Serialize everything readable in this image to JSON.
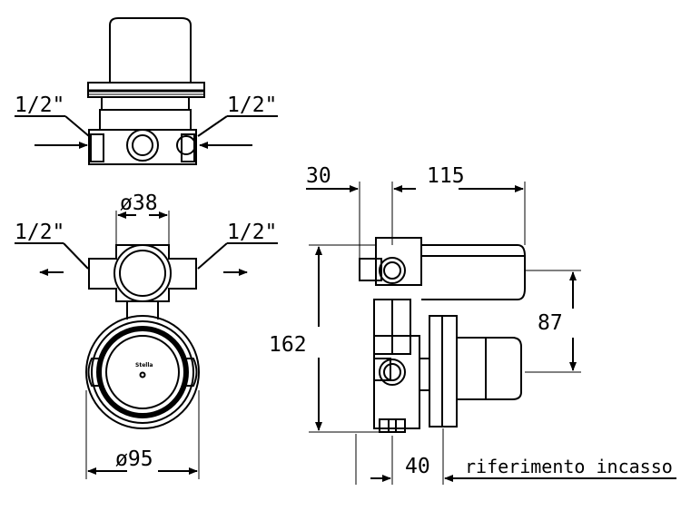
{
  "labels": {
    "top_view_left_inlet": "1/2\"",
    "top_view_right_inlet": "1/2\"",
    "front_view_left_inlet": "1/2\"",
    "front_view_right_inlet": "1/2\"",
    "body_diameter": "ø38",
    "plate_diameter": "ø95",
    "brand_mark": "Stella",
    "side_offset": "30",
    "side_length": "115",
    "side_height": "162",
    "side_spacing": "87",
    "side_depth": "40",
    "recess_reference": "riferimento incasso"
  }
}
